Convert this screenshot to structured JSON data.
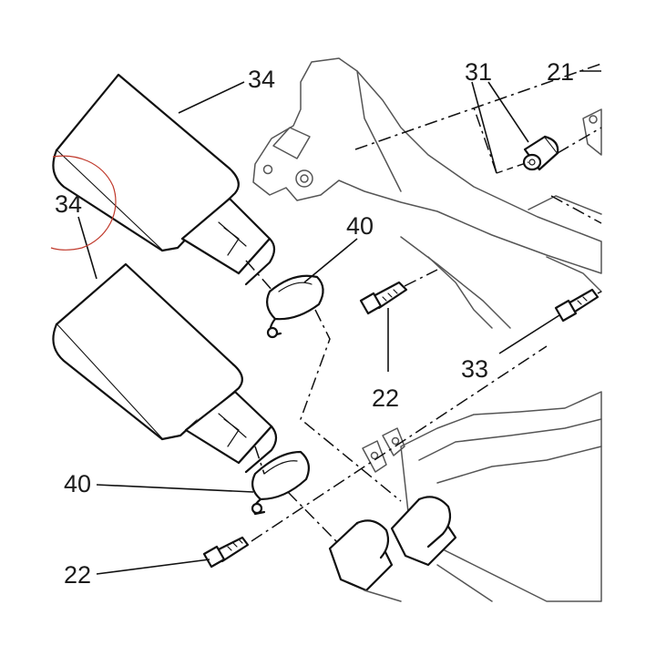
{
  "callouts": {
    "c34_top": "34",
    "c34_left": "34",
    "c31": "31",
    "c21": "21",
    "c40_top": "40",
    "c40_bottom": "40",
    "c22_mid": "22",
    "c22_bottom": "22",
    "c33": "33"
  },
  "colors": {
    "line": "#111111",
    "frame_line": "#555555",
    "highlight_circle": "#c0392b",
    "background": "#ffffff"
  }
}
